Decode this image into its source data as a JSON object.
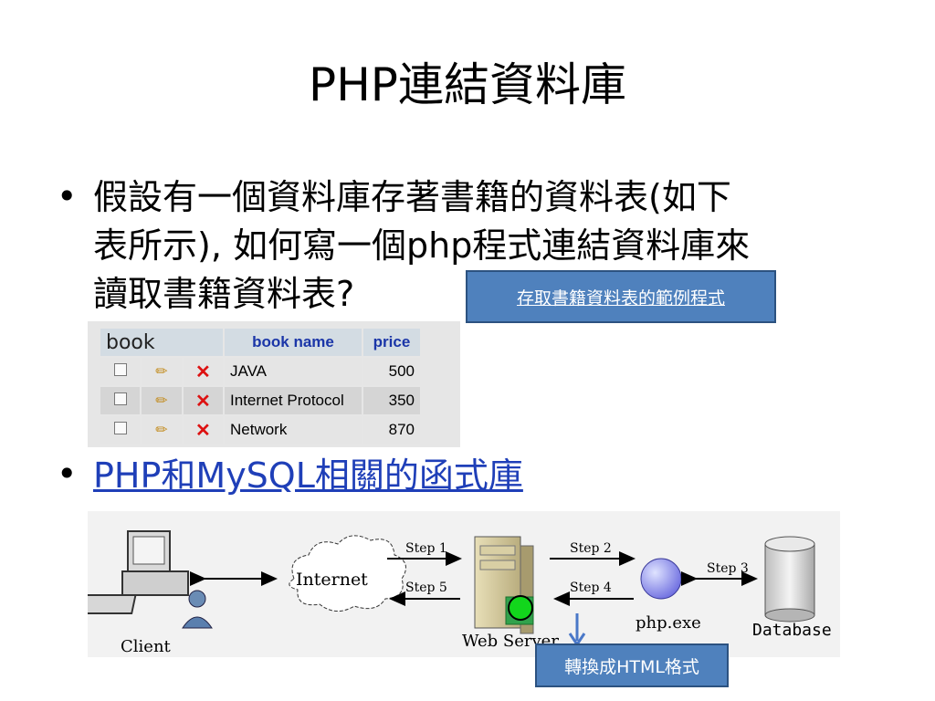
{
  "slide": {
    "title": "PHP連結資料庫",
    "bullet1_lines": [
      "假設有一個資料庫存著書籍的資料表(如下",
      "表所示), 如何寫一個php程式連結資料庫來",
      "讀取書籍資料表?"
    ],
    "sample_link": "存取書籍資料表的範例程式",
    "bullet2_link": "PHP和MySQL相關的函式庫",
    "convert_label": "轉換成HTML格式"
  },
  "book_table": {
    "table_name": "book",
    "columns": [
      "book name",
      "price"
    ],
    "rows": [
      {
        "name": "JAVA",
        "price": "500"
      },
      {
        "name": "Internet Protocol",
        "price": "350"
      },
      {
        "name": "Network",
        "price": "870"
      }
    ]
  },
  "diagram": {
    "client": "Client",
    "internet": "Internet",
    "web_server": "Web Server",
    "php": "php.exe",
    "database": "Database",
    "steps": [
      "Step 1",
      "Step 2",
      "Step 3",
      "Step 4",
      "Step 5"
    ]
  }
}
